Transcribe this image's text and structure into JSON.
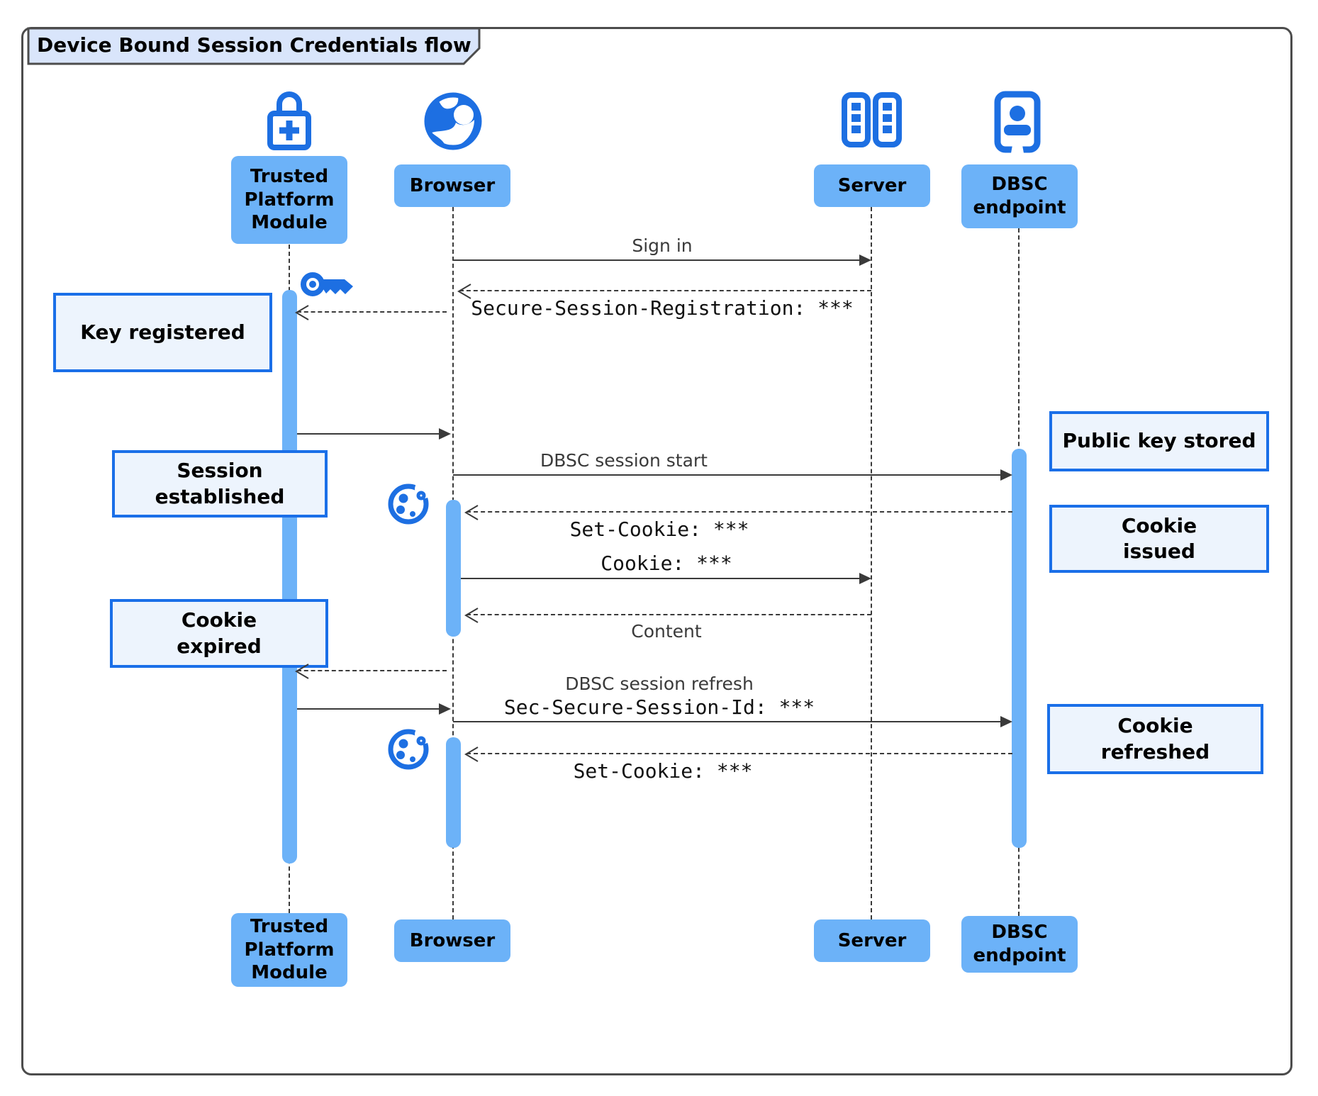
{
  "title": "Device Bound Session Credentials flow",
  "colors": {
    "accent_blue": "#1d6fe2",
    "actor_fill": "#6cb2f8",
    "note_fill": "#edf4fd",
    "note_border": "#1a6fe8",
    "title_fill": "#d9e5fb",
    "frame_border": "#4c4c4c",
    "arrow": "#3a3a3a"
  },
  "actors": {
    "tpm": {
      "label": "Trusted\nPlatform\nModule",
      "icon": "lock-plus-icon"
    },
    "browser": {
      "label": "Browser",
      "icon": "globe-icon"
    },
    "server": {
      "label": "Server",
      "icon": "server-rack-icon"
    },
    "dbsc": {
      "label": "DBSC\nendpoint",
      "icon": "account-box-icon"
    }
  },
  "decorations": {
    "key": "key-icon",
    "cookie_1": "cookie-icon",
    "cookie_2": "cookie-icon"
  },
  "messages": [
    {
      "id": "sign-in",
      "text": "Sign in",
      "from": "browser",
      "to": "server",
      "style": "solid"
    },
    {
      "id": "secure-session-registration",
      "text": "Secure-Session-Registration: ***",
      "from": "server",
      "to": "browser",
      "style": "dashed",
      "font": "mono"
    },
    {
      "id": "register-key-in-tpm",
      "text": "",
      "from": "browser",
      "to": "tpm",
      "style": "dashed"
    },
    {
      "id": "key-registered-return",
      "text": "",
      "from": "tpm",
      "to": "browser",
      "style": "solid"
    },
    {
      "id": "dbsc-session-start",
      "text": "DBSC session start",
      "from": "browser",
      "to": "dbsc",
      "style": "solid"
    },
    {
      "id": "set-cookie-1",
      "text": "Set-Cookie: ***",
      "from": "dbsc",
      "to": "browser",
      "style": "dashed",
      "font": "mono"
    },
    {
      "id": "cookie",
      "text": "Cookie: ***",
      "from": "browser",
      "to": "server",
      "style": "solid",
      "font": "mono"
    },
    {
      "id": "content",
      "text": "Content",
      "from": "server",
      "to": "browser",
      "style": "dashed"
    },
    {
      "id": "expired-ask-tpm",
      "text": "",
      "from": "browser",
      "to": "tpm",
      "style": "dashed"
    },
    {
      "id": "tpm-sign-return",
      "text": "",
      "from": "tpm",
      "to": "browser",
      "style": "solid"
    },
    {
      "id": "dbsc-session-refresh",
      "text": "DBSC session refresh",
      "text2": "Sec-Secure-Session-Id: ***",
      "from": "browser",
      "to": "dbsc",
      "style": "solid"
    },
    {
      "id": "set-cookie-2",
      "text": "Set-Cookie: ***",
      "from": "dbsc",
      "to": "browser",
      "style": "dashed",
      "font": "mono"
    }
  ],
  "notes": {
    "key_registered": "Key registered",
    "session_established": "Session\nestablished",
    "cookie_expired": "Cookie\nexpired",
    "public_key_stored": "Public key stored",
    "cookie_issued": "Cookie\nissued",
    "cookie_refreshed": "Cookie\nrefreshed"
  }
}
